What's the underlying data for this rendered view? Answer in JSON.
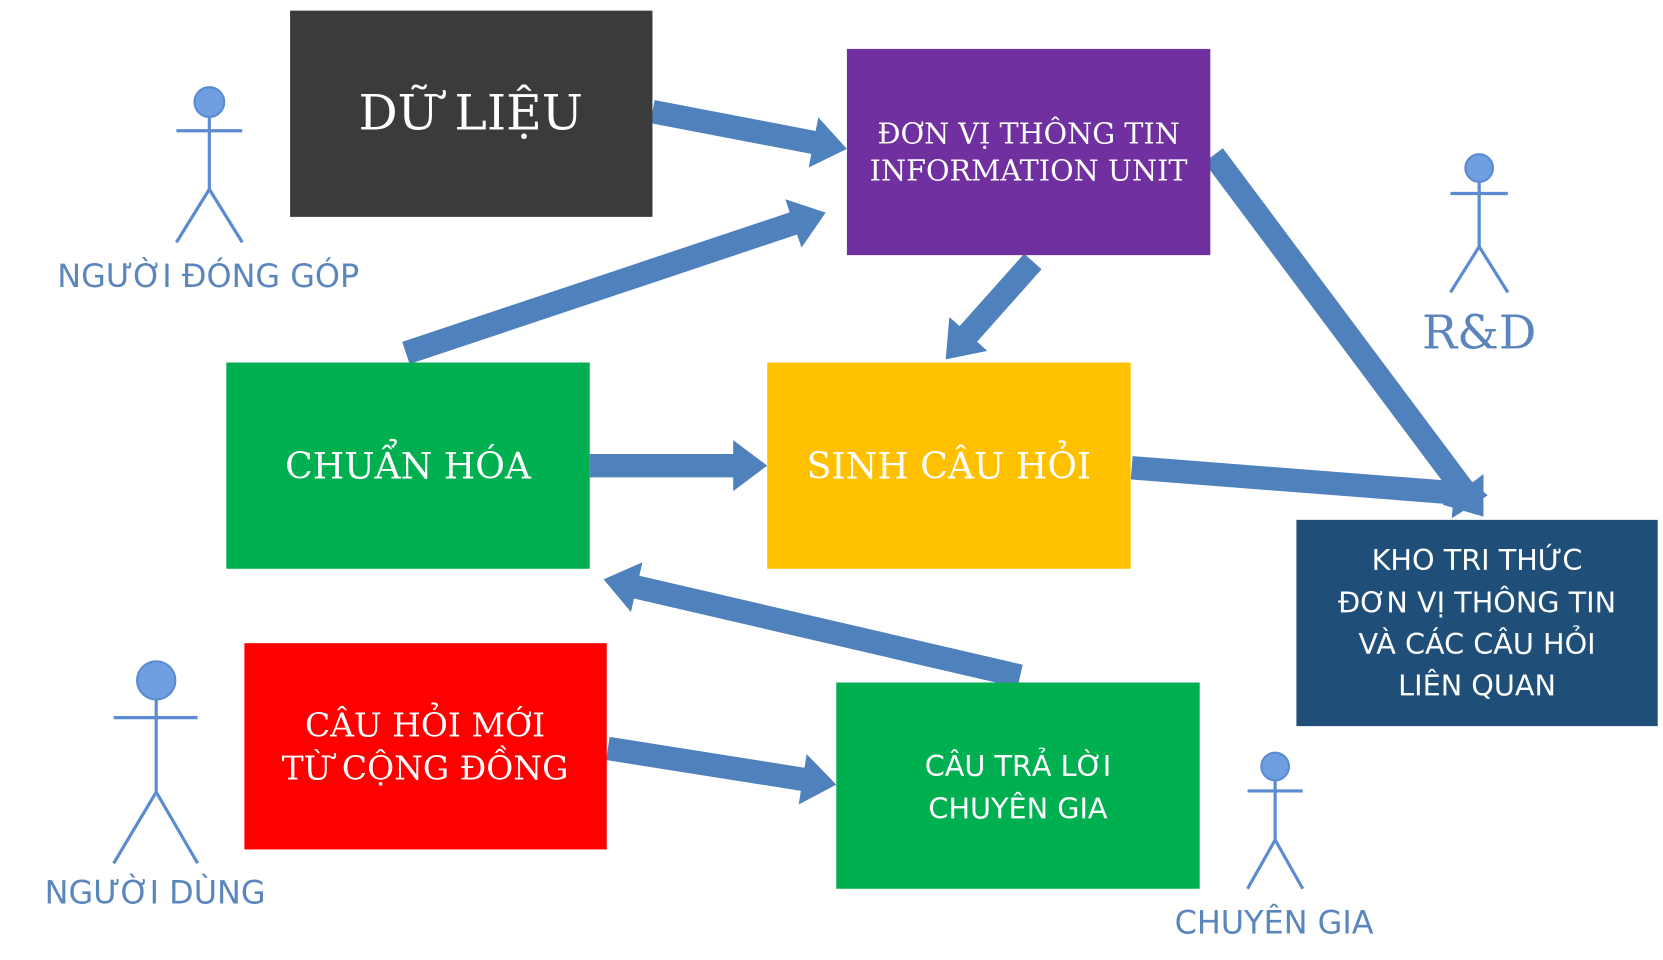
{
  "boxes": {
    "du_lieu": {
      "lines": [
        "DỮ LIỆU"
      ],
      "color": "#3b3b3b"
    },
    "don_vi": {
      "lines": [
        "ĐƠN VỊ THÔNG TIN",
        "INFORMATION UNIT"
      ],
      "color": "#7030a0"
    },
    "chuan_hoa": {
      "lines": [
        "CHUẨN HÓA"
      ],
      "color": "#00b050"
    },
    "sinh_cau_hoi": {
      "lines": [
        "SINH CÂU HỎI"
      ],
      "color": "#ffc000"
    },
    "kho_tri_thuc": {
      "lines": [
        "KHO TRI THỨC",
        "ĐƠN VỊ THÔNG TIN",
        "VÀ CÁC CÂU HỎI",
        "LIÊN QUAN"
      ],
      "color": "#1f4e79"
    },
    "cau_hoi_moi": {
      "lines": [
        "CÂU HỎI MỚI",
        "TỪ CỘNG ĐỒNG"
      ],
      "color": "#ff0000"
    },
    "cau_tra_loi": {
      "lines": [
        "CÂU TRẢ LỜI",
        "CHUYÊN GIA"
      ],
      "color": "#00b050"
    }
  },
  "actors": {
    "contributor": "NGƯỜI ĐÓNG GÓP",
    "rnd": "R&D",
    "user": "NGƯỜI DÙNG",
    "expert": "CHUYÊN GIA"
  },
  "colors": {
    "arrow": "#4f81bd",
    "actor": "#5b8bd0"
  }
}
